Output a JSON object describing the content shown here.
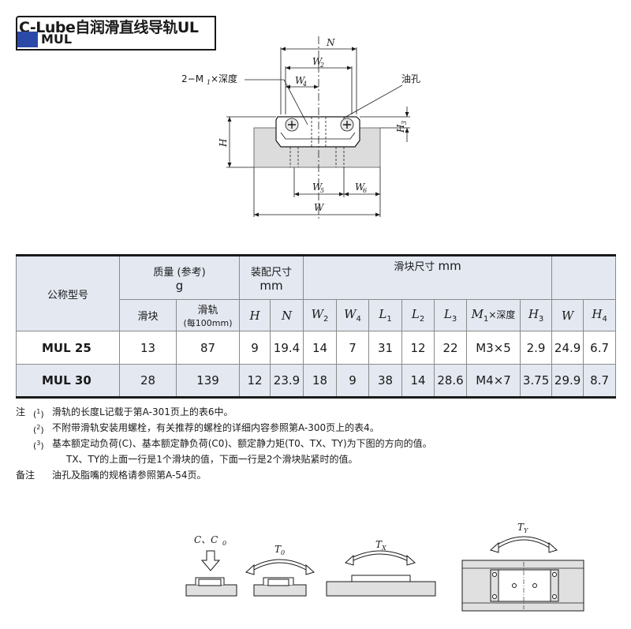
{
  "title": {
    "line1": "C-Lube自润滑直线导轨UL",
    "line2": "MUL"
  },
  "drawing_labels": {
    "N": "N",
    "W2": "W",
    "W2_sub": "2",
    "W4": "W",
    "W4_sub": "4",
    "M1_depth": "2−M",
    "M1_sub": "1",
    "M1_tail": "×深度",
    "oil_hole": "油孔",
    "H3": "H",
    "H3_sub": "3",
    "H": "H",
    "W5": "W",
    "W5_sub": "5",
    "W6": "W",
    "W6_sub": "6",
    "W": "W"
  },
  "table": {
    "headers": {
      "model": "公称型号",
      "mass": "质量 (参考)",
      "mass_unit": "g",
      "assembly": "装配尺寸",
      "assembly_unit": "mm",
      "slider": "滑块尺寸",
      "slider_unit": "mm",
      "slider_mass": "滑块",
      "rail_mass": "滑轨",
      "rail_mass_note": "(每100mm)",
      "H": "H",
      "N": "N",
      "W2": "W",
      "W2_sub": "2",
      "W4": "W",
      "W4_sub": "4",
      "L1": "L",
      "L1_sub": "1",
      "L2": "L",
      "L2_sub": "2",
      "L3": "L",
      "L3_sub": "3",
      "M1": "M",
      "M1_sub": "1",
      "M1_tail": "×深度",
      "H3": "H",
      "H3_sub": "3",
      "W": "W",
      "H4": "H",
      "H4_sub": "4"
    },
    "rows": [
      {
        "model": "MUL 25",
        "slider_mass": "13",
        "rail_mass": "87",
        "H": "9",
        "N": "19.4",
        "W2": "14",
        "W4": "7",
        "L1": "31",
        "L2": "12",
        "L3": "22",
        "M1": "M3×5",
        "H3": "2.9",
        "W": "24.9",
        "H4": "6.7"
      },
      {
        "model": "MUL 30",
        "slider_mass": "28",
        "rail_mass": "139",
        "H": "12",
        "N": "23.9",
        "W2": "18",
        "W4": "9",
        "L1": "38",
        "L2": "14",
        "L3": "28.6",
        "M1": "M4×7",
        "H3": "3.75",
        "W": "29.9",
        "H4": "8.7"
      }
    ]
  },
  "notes": [
    {
      "key": "注",
      "num": "1",
      "text": "滑轨的长度L记载于第A-301页上的表6中。"
    },
    {
      "key": "",
      "num": "2",
      "text": "不附带滑轨安装用螺栓，有关推荐的螺栓的详细内容参照第A-300页上的表4。"
    },
    {
      "key": "",
      "num": "3",
      "text": "基本额定动负荷(C)、基本额定静负荷(C0)、额定静力矩(T0、TX、TY)为下图的方向的值。"
    },
    {
      "key": "",
      "num": "",
      "text": "TX、TY的上面一行是1个滑块的值，下面一行是2个滑块贴紧时的值。"
    },
    {
      "key": "备注",
      "num": "",
      "text": "油孔及脂嘴的规格请参照第A-54页。"
    }
  ],
  "load_labels": {
    "C_C0": "C、C",
    "C0_sub": "0",
    "T0": "T",
    "T0_sub": "0",
    "TX": "T",
    "TX_sub": "X",
    "TY": "T",
    "TY_sub": "Y"
  }
}
